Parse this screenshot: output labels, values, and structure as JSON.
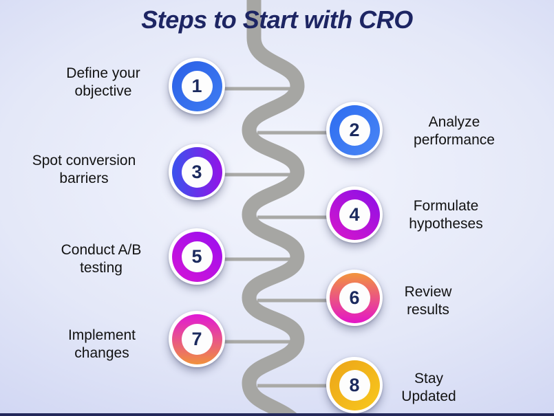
{
  "title": "Steps to Start with CRO",
  "steps": [
    {
      "number": "1",
      "label": "Define your\nobjective",
      "side": "left",
      "ring_gradient": [
        "#2a5fe6",
        "#3f7df2"
      ]
    },
    {
      "number": "2",
      "label": "Analyze\nperformance",
      "side": "right",
      "ring_gradient": [
        "#2d6cf0",
        "#4a86f5"
      ]
    },
    {
      "number": "3",
      "label": "Spot conversion\nbarriers",
      "side": "left",
      "ring_gradient": [
        "#3a53ed",
        "#9214e7"
      ]
    },
    {
      "number": "4",
      "label": "Formulate\nhypotheses",
      "side": "right",
      "ring_gradient": [
        "#8a10e8",
        "#d916ca"
      ]
    },
    {
      "number": "5",
      "label": "Conduct A/B\ntesting",
      "side": "left",
      "ring_gradient": [
        "#990ff0",
        "#d514d6"
      ]
    },
    {
      "number": "6",
      "label": "Review\nresults",
      "side": "right",
      "ring_gradient": [
        "#f2953c",
        "#e315c8"
      ]
    },
    {
      "number": "7",
      "label": "Implement\nchanges",
      "side": "left",
      "ring_gradient": [
        "#e018d6",
        "#f0913c"
      ]
    },
    {
      "number": "8",
      "label": "Stay\nUpdated",
      "side": "right",
      "ring_gradient": [
        "#eca418",
        "#f8c81e"
      ]
    }
  ],
  "colors": {
    "title_text": "#1d2563",
    "label_text": "#121212",
    "number_text": "#1b2a5e",
    "wave_path": "#a6a6a3",
    "connector_line": "#a9a9a6",
    "background_center": "#f3f5fd",
    "background_edge": "#c3caee",
    "bottom_strip": "#23285a"
  }
}
